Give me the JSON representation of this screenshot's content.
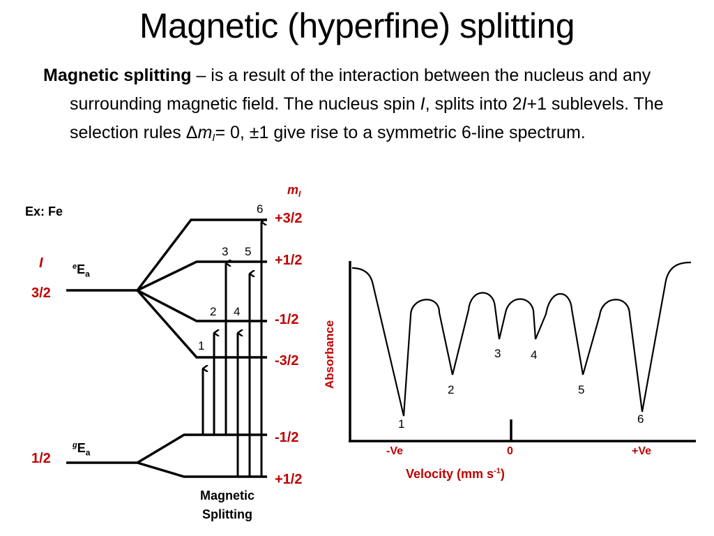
{
  "slide": {
    "title": "Magnetic (hyperfine) splitting",
    "paragraph": {
      "term": "Magnetic splitting",
      "dash": " – ",
      "line1": "is a result of the interaction between the nucleus and any surrounding magnetic field. The nucleus spin ",
      "I_symbol": "I",
      "line2a": ", splits into 2",
      "line2b": "+1  sublevels. The selection rules ",
      "delta": "Δ",
      "m": "m",
      "m_sub": "I",
      "rule": "= 0, ±1",
      "line3": " give rise to a symmetric 6-line spectrum."
    }
  },
  "level_diagram": {
    "example_label": "Ex: Fe",
    "I_header": "I",
    "mI_header": "m",
    "mI_header_sub": "I",
    "excited": {
      "I_value": "3/2",
      "state_prefix": "e",
      "state_label": "E",
      "state_sub": "a",
      "sublevels": [
        "+3/2",
        "+1/2",
        "-1/2",
        "-3/2"
      ]
    },
    "ground": {
      "I_value": "1/2",
      "state_prefix": "g",
      "state_label": "E",
      "state_sub": "a",
      "sublevels": [
        "-1/2",
        "+1/2"
      ]
    },
    "transition_labels": [
      "1",
      "2",
      "3",
      "4",
      "5",
      "6"
    ],
    "caption_line1": "Magnetic",
    "caption_line2": "Splitting"
  },
  "colors": {
    "accent_red": "#C00000",
    "ink": "#000000"
  },
  "chart_data": {
    "type": "line",
    "title": "",
    "xlabel": "Velocity (mm s-1)",
    "xlabel_main": "Velocity (mm s",
    "xlabel_sup": "-1",
    "xlabel_close": ")",
    "ylabel": "Absorbance",
    "x_ticks": [
      "-Ve",
      "0",
      "+Ve"
    ],
    "peak_labels": [
      "1",
      "2",
      "3",
      "4",
      "5",
      "6"
    ],
    "peaks_relative_depth": [
      1.0,
      0.55,
      0.25,
      0.25,
      0.55,
      1.0
    ],
    "description": "Symmetric six-line Mössbauer spectrum; lines 1 and 6 deepest, 2 and 5 intermediate, 3 and 4 shallowest",
    "grid": false
  }
}
